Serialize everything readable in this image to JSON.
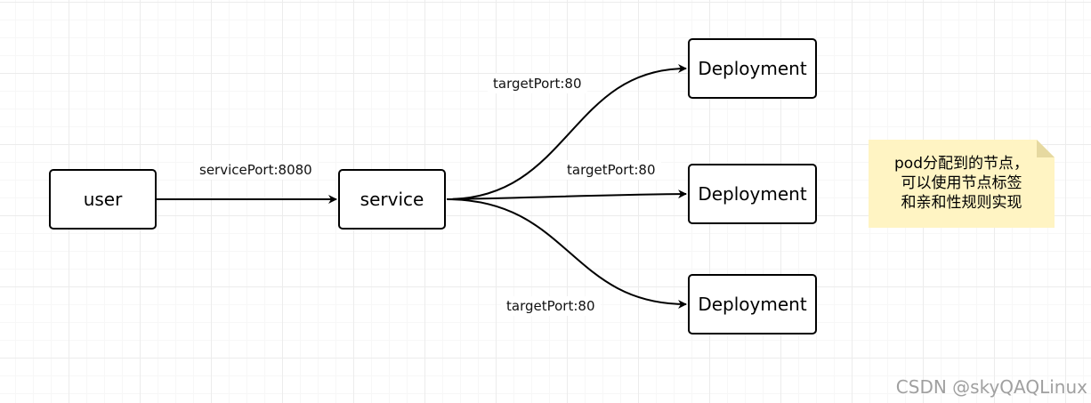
{
  "diagram": {
    "nodes": {
      "user": "user",
      "service": "service",
      "deployment_top": "Deployment",
      "deployment_middle": "Deployment",
      "deployment_bottom": "Deployment"
    },
    "edge_labels": {
      "service_port": "servicePort:8080",
      "target_top": "targetPort:80",
      "target_middle": "targetPort:80",
      "target_bottom": "targetPort:80"
    },
    "note": {
      "lines": [
        "pod分配到的节点，",
        "可以使用节点标签",
        "和亲和性规则实现"
      ],
      "background": "#fff4c3",
      "fold_color": "#e6d9a0"
    }
  },
  "watermark": "CSDN @skyQAQLinux"
}
